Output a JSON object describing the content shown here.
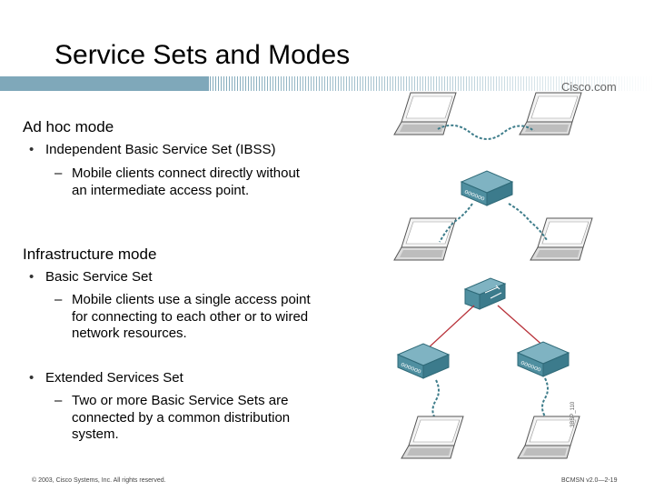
{
  "title": "Service Sets and Modes",
  "logo_text": "Cisco.com",
  "sections": [
    {
      "heading": "Ad hoc mode",
      "bullets": [
        {
          "text": "Independent Basic Service Set (IBSS)",
          "sub": "Mobile clients connect directly without an intermediate access point."
        }
      ]
    },
    {
      "heading": "Infrastructure mode",
      "bullets": [
        {
          "text": "Basic Service Set",
          "sub": "Mobile clients use a single access point for connecting to each other or to wired network resources."
        },
        {
          "text": "Extended Services Set",
          "sub": "Two or more Basic Service Sets are connected by a common distribution system."
        }
      ]
    }
  ],
  "footer_left": "© 2003, Cisco Systems, Inc. All rights reserved.",
  "footer_right": "BCMSN v2.0—2-19",
  "figure_code": "3BSP_110",
  "colors": {
    "band": "#7fa8ba",
    "ap": "#4f8fa0",
    "wired_link": "#b8323a",
    "wireless": "#3d7c8a"
  },
  "icons": [
    "laptop-icon",
    "access-point-icon",
    "switch-icon",
    "wireless-signal-icon"
  ]
}
